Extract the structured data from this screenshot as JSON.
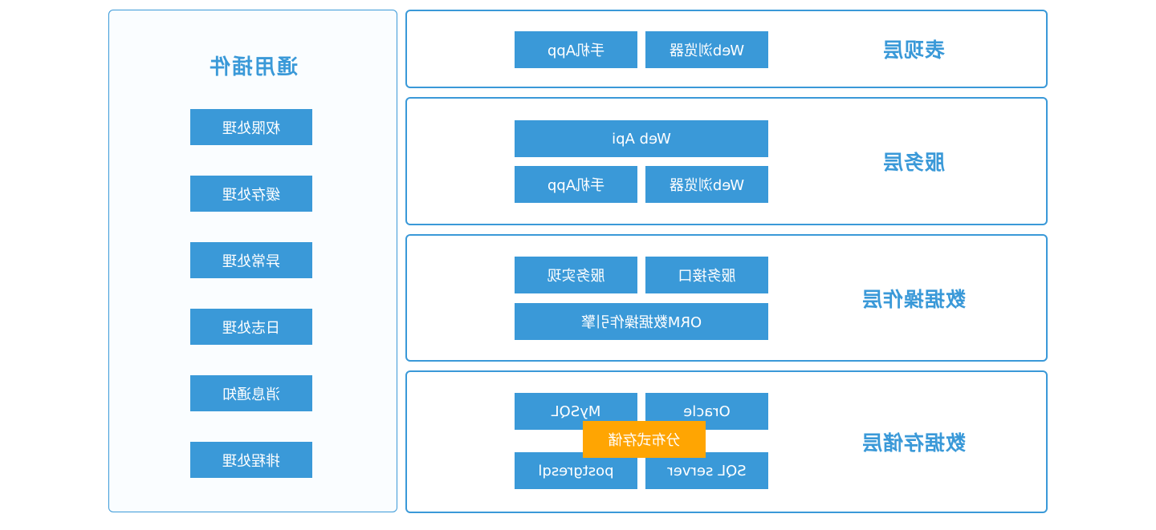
{
  "colors": {
    "blue": "#3a99d8",
    "orange": "#ffa502",
    "panel_bg": "#fafdff",
    "block_text": "#ffffff"
  },
  "display": {
    "mirrored_horizontally": true
  },
  "side_panel": {
    "title": "通用插件",
    "buttons": [
      "权限处理",
      "缓存处理",
      "异常处理",
      "日志处理",
      "消息通知",
      "排程处理"
    ]
  },
  "layers": [
    {
      "title": "表现层",
      "buttons": [
        "Web浏览器",
        "手机App"
      ]
    },
    {
      "title": "服务层",
      "wide_button": "Web Api",
      "buttons": [
        "Web浏览器",
        "手机App"
      ]
    },
    {
      "title": "数据操作层",
      "buttons": [
        "服务接口",
        "服务实现"
      ],
      "wide_button": "ORM数据操作引擎"
    },
    {
      "title": "数据存储层",
      "buttons_top": [
        "Oracle",
        "MySQL"
      ],
      "buttons_bottom": [
        "SQL server",
        "postgresql"
      ],
      "overlay_button": "分布式存储"
    }
  ]
}
